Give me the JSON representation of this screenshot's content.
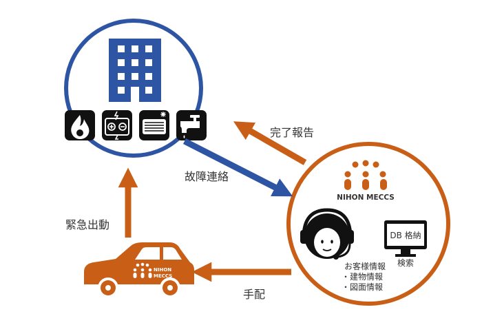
{
  "colors": {
    "blue": "#2d55a4",
    "orange": "#c95f16",
    "black": "#111111",
    "white": "#ffffff"
  },
  "labels": {
    "completion_report": "完了報告",
    "failure_contact": "故障連絡",
    "emergency_dispatch": "緊急出動",
    "arrangement": "手配"
  },
  "company": {
    "name": "NIHON MECCS"
  },
  "center": {
    "db_label": "DB 格納",
    "search_label": "検索",
    "info_title": "お客様情報",
    "info_items": [
      "・建物情報",
      "・図面情報"
    ]
  },
  "car": {
    "logo_line1": "NIHON",
    "logo_line2": "MECCS"
  },
  "icons": {
    "building": "building-icon",
    "fire": "fire-icon",
    "electric": "electric-panel-icon",
    "aircon": "air-conditioner-icon",
    "water": "water-faucet-icon",
    "operator": "operator-headset-icon",
    "monitor": "monitor-icon",
    "car": "service-car-icon"
  }
}
